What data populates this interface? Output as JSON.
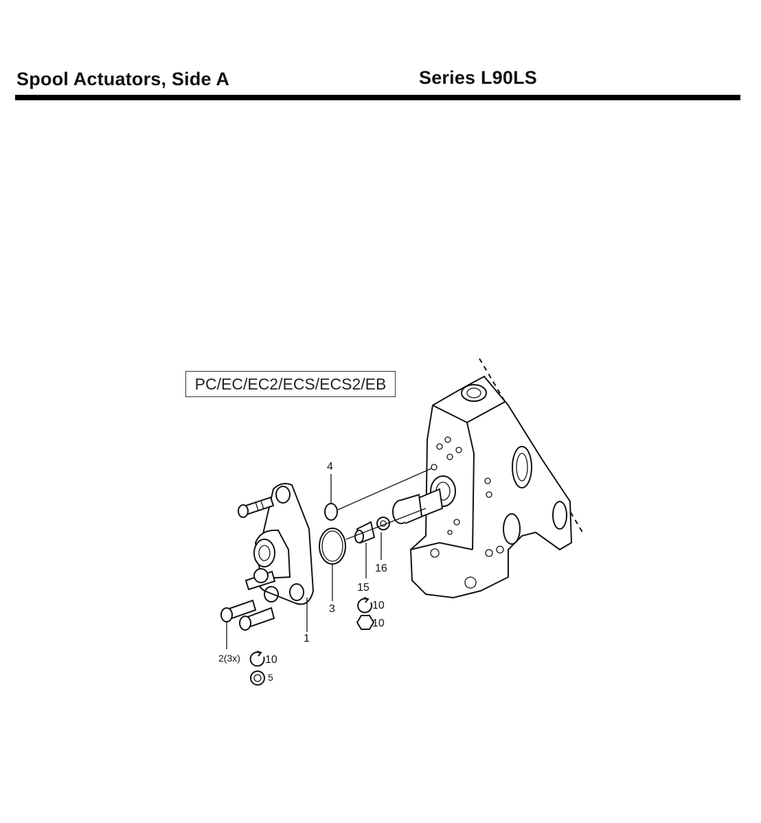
{
  "header": {
    "title": "Spool Actuators, Side A",
    "series": "Series L90LS"
  },
  "diagram": {
    "variant_label": "PC/EC/EC2/ECS/ECS2/EB",
    "callouts": {
      "c1": "1",
      "c2": "2(3x)",
      "c3": "3",
      "c4": "4",
      "c5": "5",
      "c15": "15",
      "c16": "16",
      "torque_15": "10",
      "hex_15": "10",
      "torque_2": "10"
    }
  }
}
